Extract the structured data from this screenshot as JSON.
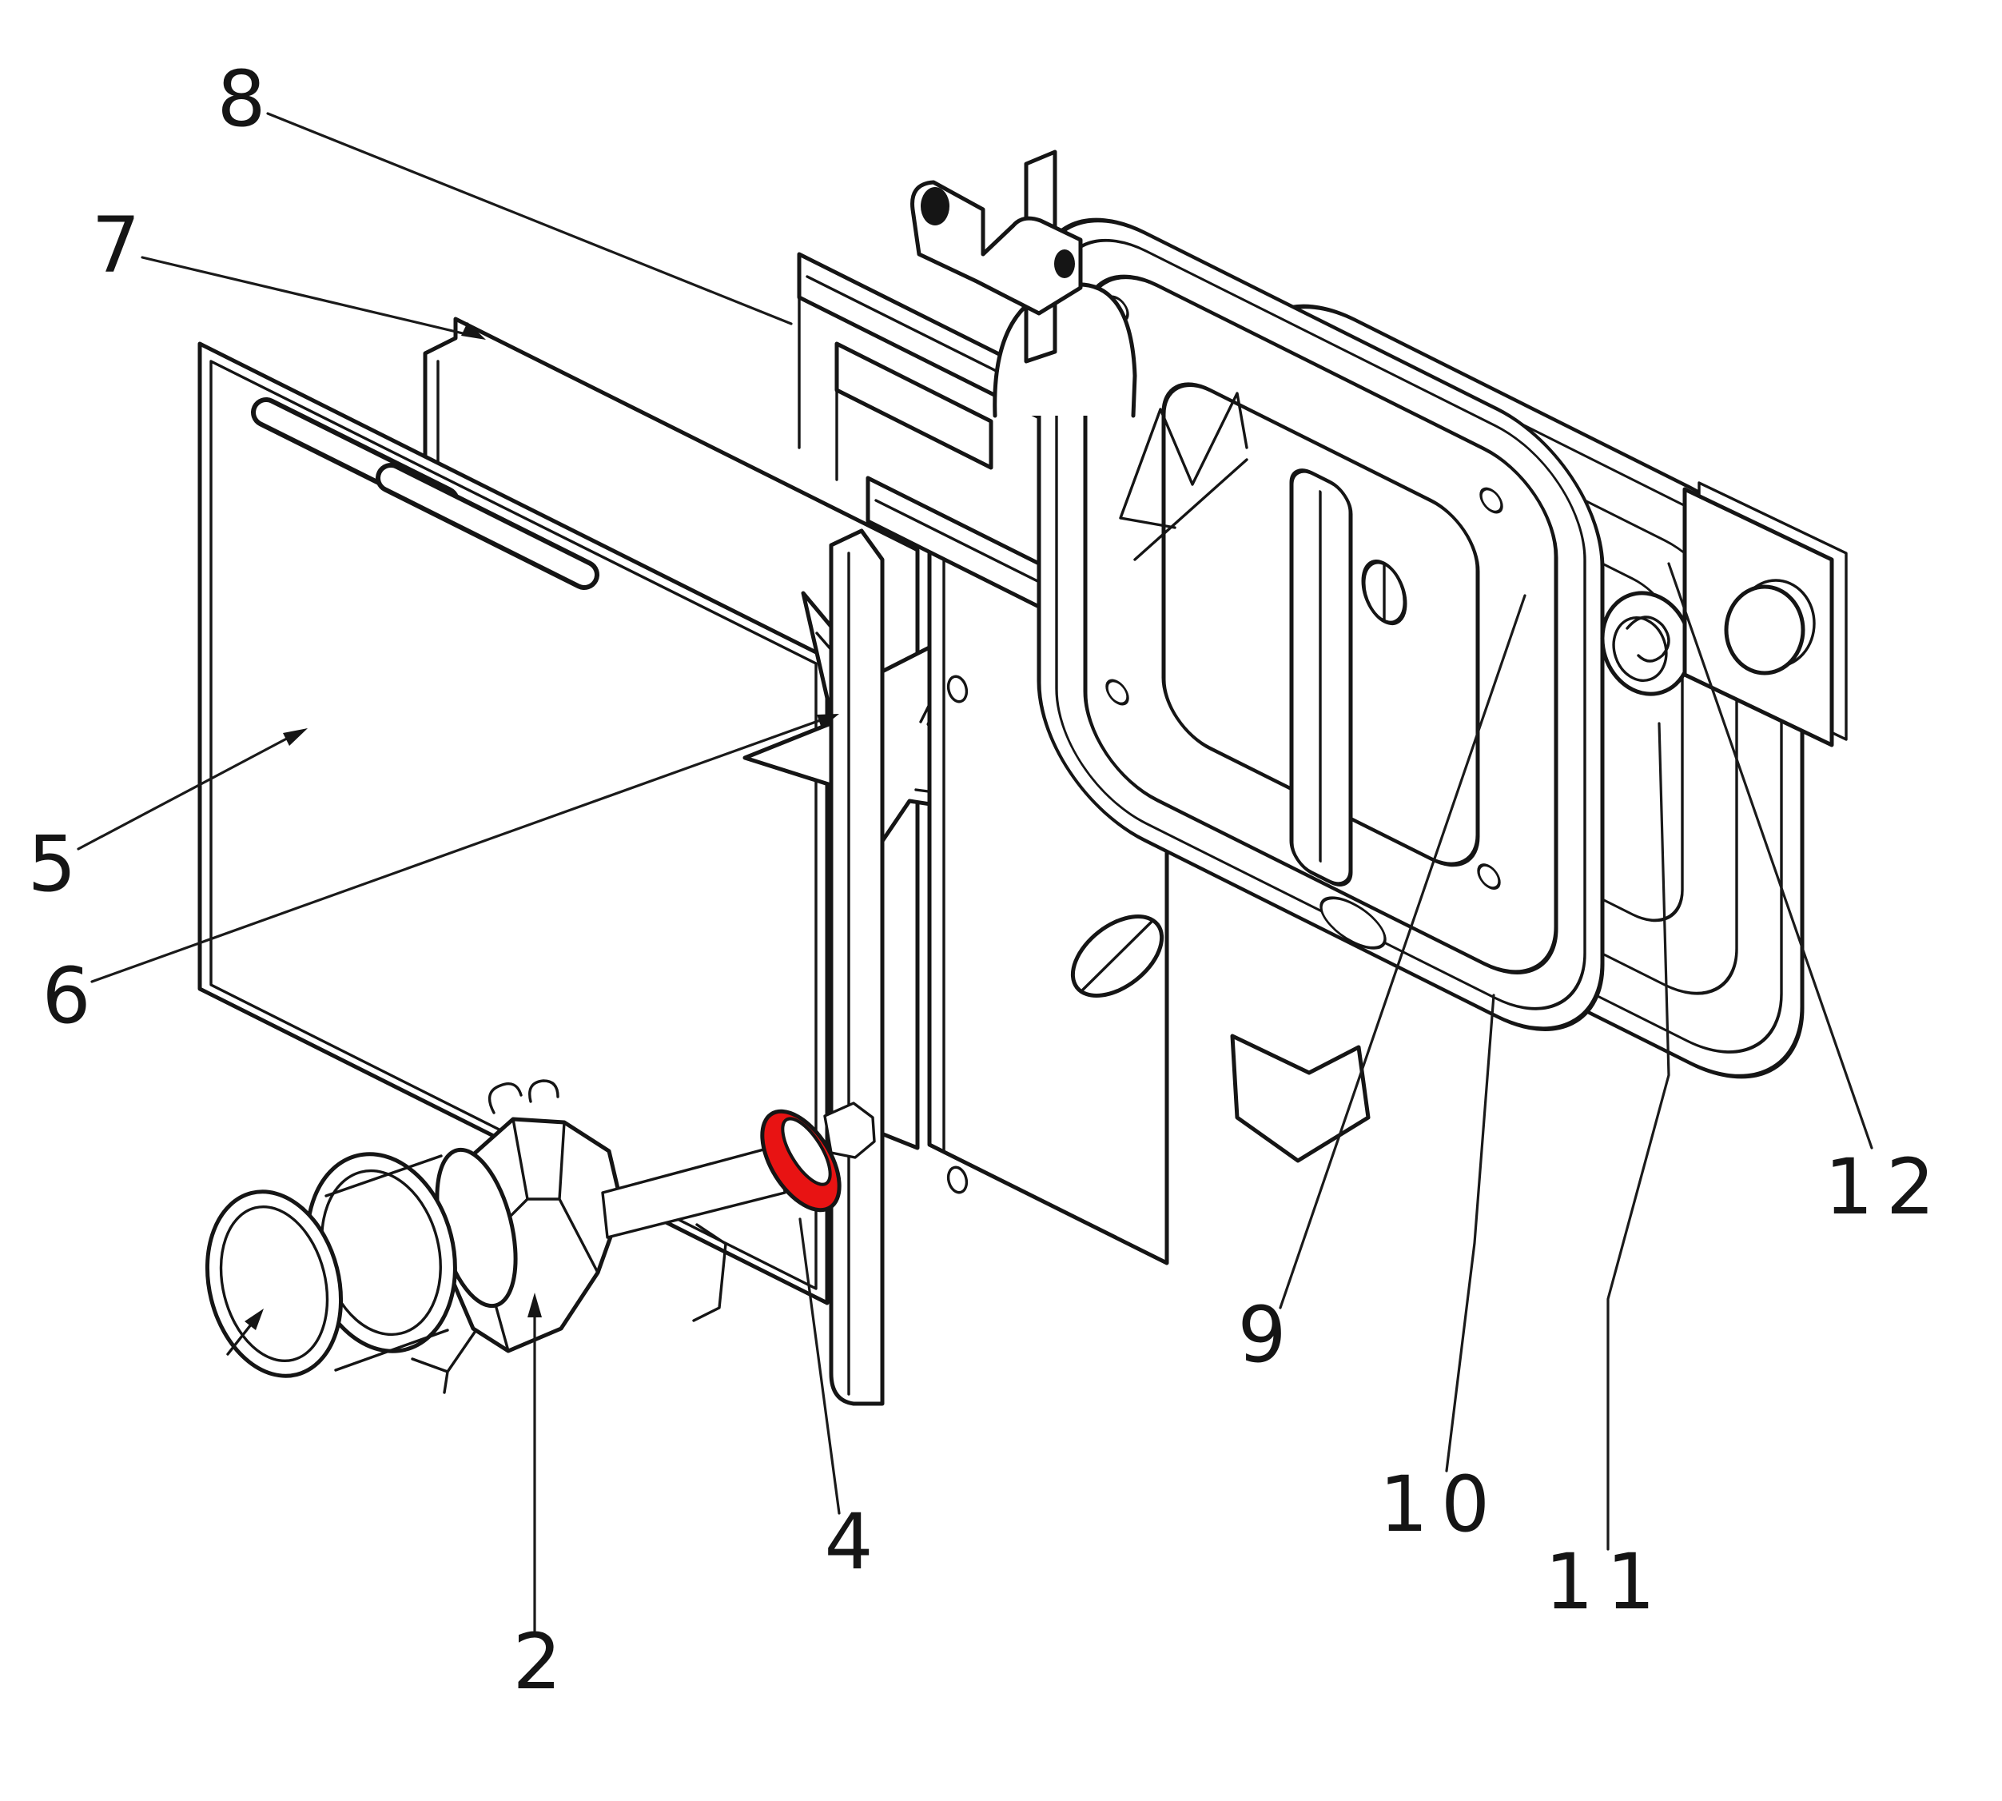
{
  "figure": {
    "type": "exploded-parts-diagram",
    "background": "#ffffff",
    "line_color": "#151515",
    "highlight_color": "#e81313",
    "highlighted_part_label": "4",
    "callouts": [
      {
        "label": "8",
        "target": "mounting-frame-rail"
      },
      {
        "label": "7",
        "target": "backing-sheet"
      },
      {
        "label": "5",
        "target": "cover-plate"
      },
      {
        "label": "6",
        "target": "star-spring"
      },
      {
        "label": "2",
        "target": "lamp-unit"
      },
      {
        "label": "4",
        "target": "red-washer"
      },
      {
        "label": "9",
        "target": "door-frame"
      },
      {
        "label": "10",
        "target": "rear-frame"
      },
      {
        "label": "11",
        "target": "grommet-washer"
      },
      {
        "label": "12",
        "target": "hole-bracket"
      }
    ]
  }
}
